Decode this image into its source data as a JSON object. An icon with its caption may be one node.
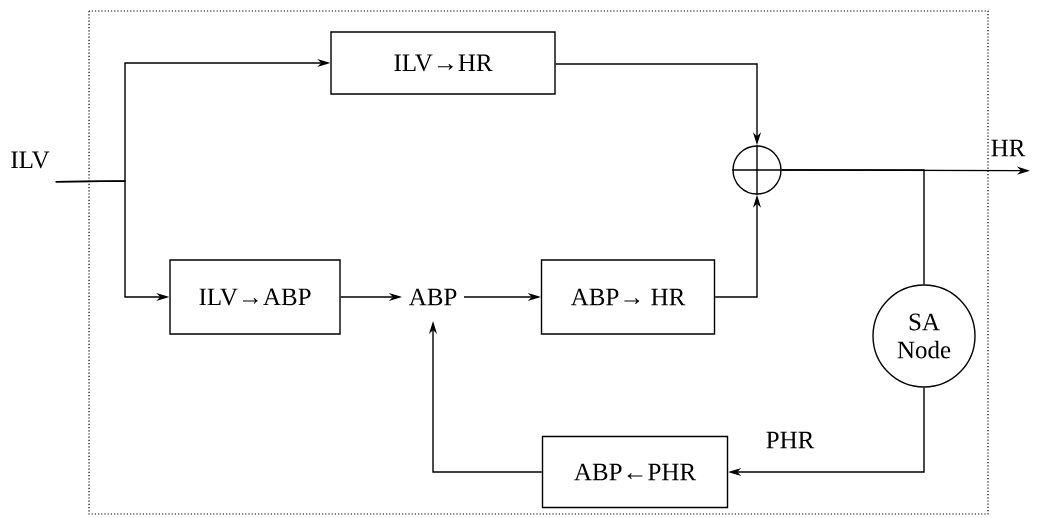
{
  "diagram": {
    "nodes": [
      {
        "text": [
          "ILV"
        ]
      },
      {
        "text": [
          "ILV→HR"
        ]
      },
      {
        "text": [
          "ILV→ABP"
        ]
      },
      {
        "text": [
          "ABP"
        ]
      },
      {
        "text": [
          "ABP→ HR"
        ]
      },
      {
        "text": [],
        "shape": "circle"
      },
      {
        "text": [
          "HR"
        ]
      },
      {
        "text": [
          "SA Node"
        ]
      },
      {
        "text": [
          "ABP←PHR"
        ]
      }
    ],
    "edges": [
      {
        "from": 0,
        "to": 1,
        "arrow": "to"
      },
      {
        "from": 0,
        "to": 2,
        "arrow": "to"
      },
      {
        "from": 2,
        "to": 3,
        "arrow": "to"
      },
      {
        "from": 3,
        "to": 4,
        "arrow": "to"
      },
      {
        "from": 1,
        "to": 5,
        "arrow": "to"
      },
      {
        "from": 4,
        "to": 5,
        "arrow": "to"
      },
      {
        "from": 5,
        "to": 6,
        "arrow": "to"
      },
      {
        "from": 5,
        "to": 7,
        "arrow": "none"
      },
      {
        "from": 7,
        "to": 8,
        "arrow": "to",
        "label": "PHR"
      },
      {
        "from": 8,
        "to": 3,
        "arrow": "to"
      }
    ]
  }
}
